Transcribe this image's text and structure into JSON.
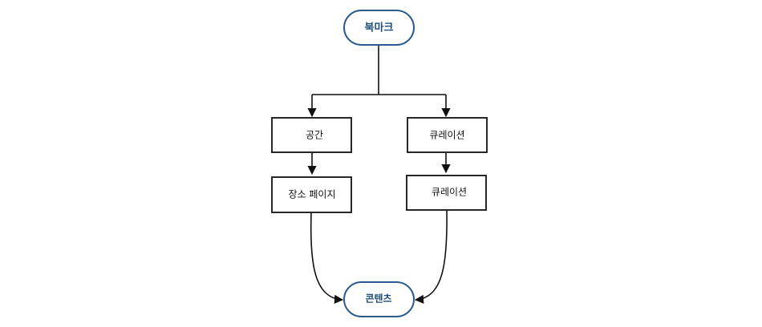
{
  "diagram": {
    "nodes": {
      "bookmark": "북마크",
      "space": "공간",
      "place_page": "장소 페이지",
      "curation_top": "큐레이션",
      "curation_bottom": "큐레이션",
      "content": "콘텐츠"
    },
    "colors": {
      "terminal_border": "#2b5a8c",
      "terminal_text": "#1f4e79",
      "box_border": "#111111",
      "edge": "#111111"
    }
  }
}
